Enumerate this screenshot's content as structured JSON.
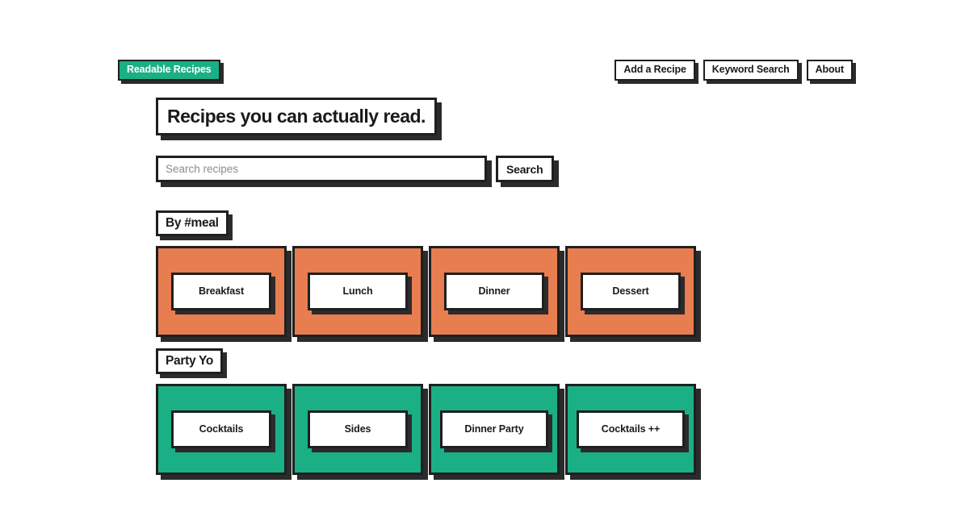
{
  "nav": {
    "brand": "Readable Recipes",
    "links": [
      {
        "label": "Add a Recipe"
      },
      {
        "label": "Keyword Search"
      },
      {
        "label": "About"
      }
    ]
  },
  "hero": {
    "headline": "Recipes you can actually read."
  },
  "search": {
    "placeholder": "Search recipes",
    "value": "",
    "button_label": "Search"
  },
  "sections": [
    {
      "title": "By #meal",
      "color": "#E87D50",
      "cards": [
        {
          "label": "Breakfast"
        },
        {
          "label": "Lunch"
        },
        {
          "label": "Dinner"
        },
        {
          "label": "Dessert"
        }
      ]
    },
    {
      "title": "Party Yo",
      "color": "#1BAF86",
      "cards": [
        {
          "label": "Cocktails"
        },
        {
          "label": "Sides"
        },
        {
          "label": "Dinner Party"
        },
        {
          "label": "Cocktails ++"
        }
      ]
    }
  ],
  "theme": {
    "brand_green": "#1BAF86",
    "card_orange": "#E87D50",
    "ink": "#1f1f1f",
    "shadow": "#2b2b2b",
    "page_bg": "#ffffff"
  }
}
